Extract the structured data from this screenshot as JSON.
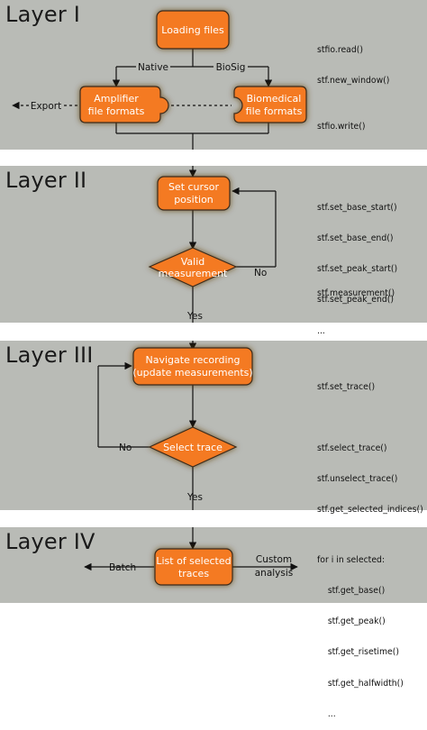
{
  "layers": [
    {
      "title": "Layer I",
      "code": [
        "stfio.read()",
        "stf.new_window()"
      ],
      "code2": [
        "stfio.write()"
      ]
    },
    {
      "title": "Layer II",
      "code": [
        "stf.set_base_start()",
        "stf.set_base_end()",
        "stf.set_peak_start()",
        "stf.set_peak_end()",
        "..."
      ],
      "code2": [
        "stf.measurement()"
      ]
    },
    {
      "title": "Layer III",
      "code": [
        "stf.set_trace()"
      ],
      "code2": [
        "stf.select_trace()",
        "stf.unselect_trace()",
        "stf.get_selected_indices()"
      ]
    },
    {
      "title": "Layer IV",
      "code": [
        "for i in selected:",
        "    stf.get_base()",
        "    stf.get_peak()",
        "    stf.get_risetime()",
        "    stf.get_halfwidth()",
        "    ..."
      ]
    }
  ],
  "nodes": {
    "loading": [
      "Loading files"
    ],
    "amplifier": [
      "Amplifier",
      "file formats"
    ],
    "biomedical": [
      "Biomedical",
      "file formats"
    ],
    "cursor": [
      "Set cursor",
      "position"
    ],
    "valid": [
      "Valid",
      "measurement"
    ],
    "navigate": [
      "Navigate recording",
      "(update measurements)"
    ],
    "select": [
      "Select trace"
    ],
    "list": [
      "List of selected",
      "traces"
    ]
  },
  "edge_labels": {
    "native": "Native",
    "biosig": "BioSig",
    "export": "Export",
    "no1": "No",
    "yes1": "Yes",
    "no2": "No",
    "yes2": "Yes",
    "batch": "Batch",
    "custom": [
      "Custom",
      "analysis"
    ]
  },
  "colors": {
    "band": "#b9bbb6",
    "node_fill": "#f47a22",
    "node_stroke": "#3a2a1a",
    "line": "#111111"
  }
}
